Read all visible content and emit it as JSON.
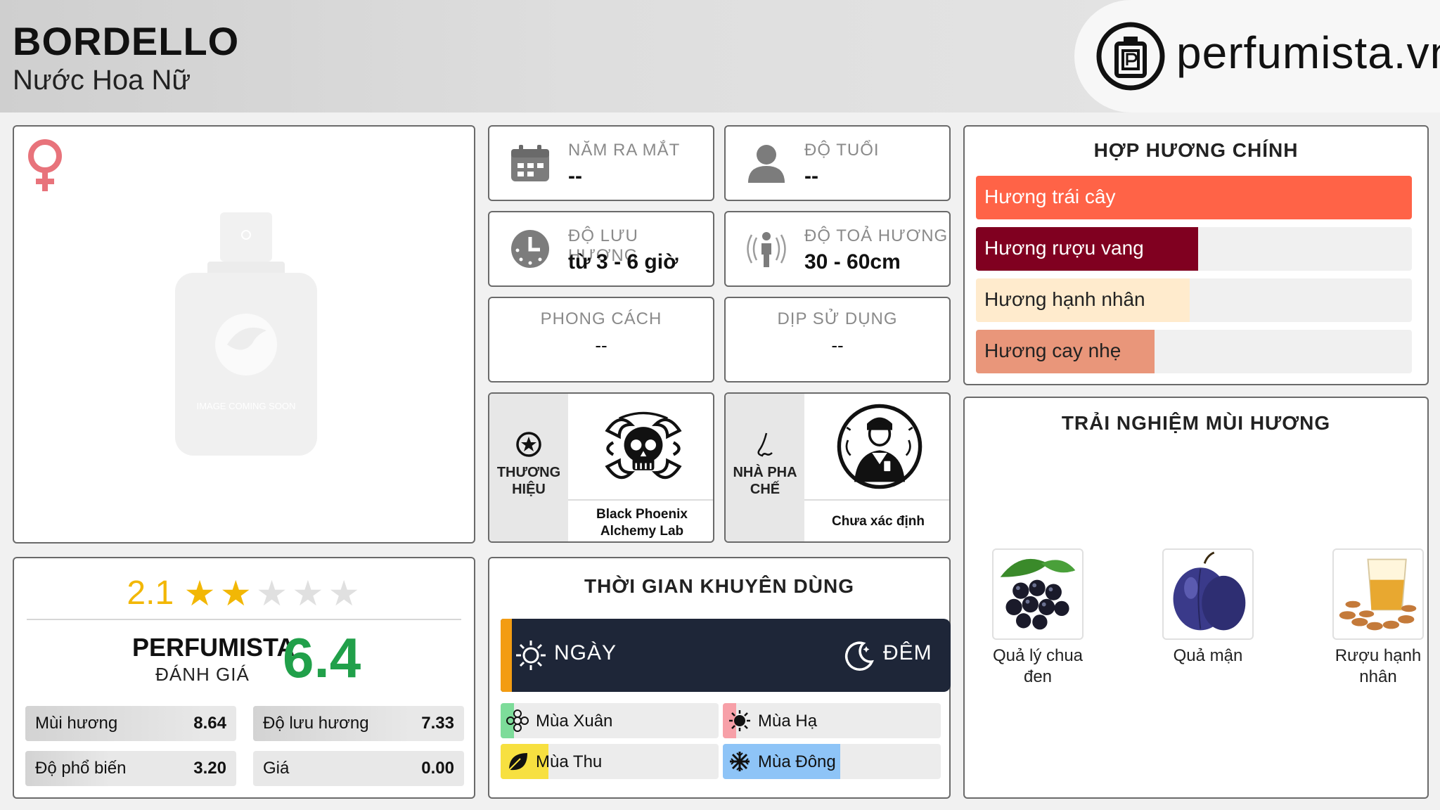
{
  "header": {
    "title": "BORDELLO",
    "subtitle": "Nước Hoa Nữ",
    "logo_text": "perfumista.vn"
  },
  "product_image": {
    "watermark_text": "IMAGE COMING SOON",
    "gender_icon": "female-icon"
  },
  "rating": {
    "score": "2.1",
    "stars_value": 2.1,
    "stars_max": 5,
    "perfumista_label": "PERFUMISTA",
    "perfumista_sub": "ĐÁNH GIÁ",
    "perfumista_score": "6.4",
    "metrics": [
      {
        "label": "Mùi hương",
        "value": "8.64"
      },
      {
        "label": "Độ lưu hương",
        "value": "7.33"
      },
      {
        "label": "Độ phổ biến",
        "value": "3.20"
      },
      {
        "label": "Giá",
        "value": "0.00"
      }
    ]
  },
  "info": {
    "release_year": {
      "label": "NĂM RA MẮT",
      "value": "--",
      "icon": "calendar-icon"
    },
    "age": {
      "label": "ĐỘ TUỔI",
      "value": "--",
      "icon": "user-icon"
    },
    "longevity": {
      "label": "ĐỘ LƯU HƯƠNG",
      "value": "từ 3 - 6 giờ",
      "icon": "clock-icon"
    },
    "sillage": {
      "label": "ĐỘ TOẢ HƯƠNG",
      "value": "30 - 60cm",
      "icon": "person-radiating-icon"
    },
    "style": {
      "label": "PHONG CÁCH",
      "value": "--"
    },
    "occasion": {
      "label": "DỊP SỬ DỤNG",
      "value": "--"
    }
  },
  "brand": {
    "label": "THƯƠNG HIỆU",
    "name": "Black Phoenix Alchemy Lab",
    "icon": "star-circle-icon"
  },
  "perfumer": {
    "label": "NHÀ PHA CHẾ",
    "name": "Chưa xác định",
    "icon": "nose-icon"
  },
  "accords": {
    "title": "HỢP HƯƠNG CHÍNH",
    "items": [
      {
        "label": "Hương trái cây",
        "value": 1.0,
        "color": "#ff6347",
        "text_color": "#ffffff"
      },
      {
        "label": "Hương rượu vang",
        "value": 0.51,
        "color": "#800020",
        "text_color": "#ffffff"
      },
      {
        "label": "Hương hạnh nhân",
        "value": 0.49,
        "color": "#ffebcd",
        "text_color": "#222222"
      },
      {
        "label": "Hương cay nhẹ",
        "value": 0.41,
        "color": "#e9967a",
        "text_color": "#222222"
      }
    ]
  },
  "time": {
    "title": "THỜI GIAN KHUYÊN DÙNG",
    "day_label": "NGÀY",
    "night_label": "ĐÊM",
    "seasons": [
      {
        "label": "Mùa Xuân",
        "value": 0.06,
        "color": "#7ddc9a",
        "icon": "flower-icon"
      },
      {
        "label": "Mùa Hạ",
        "value": 0.06,
        "color": "#f7a0a8",
        "icon": "sun-icon"
      },
      {
        "label": "Mùa Thu",
        "value": 0.22,
        "color": "#f7e040",
        "icon": "leaf-icon"
      },
      {
        "label": "Mùa Đông",
        "value": 0.54,
        "color": "#8ec4f7",
        "icon": "snowflake-icon"
      }
    ]
  },
  "experience": {
    "title": "TRẢI NGHIỆM MÙI HƯƠNG",
    "notes": [
      {
        "label": "Quả lý chua đen",
        "icon": "blackcurrant-icon"
      },
      {
        "label": "Quả mận",
        "icon": "plum-icon"
      },
      {
        "label": "Rượu hạnh nhân",
        "icon": "amaretto-icon"
      }
    ]
  }
}
